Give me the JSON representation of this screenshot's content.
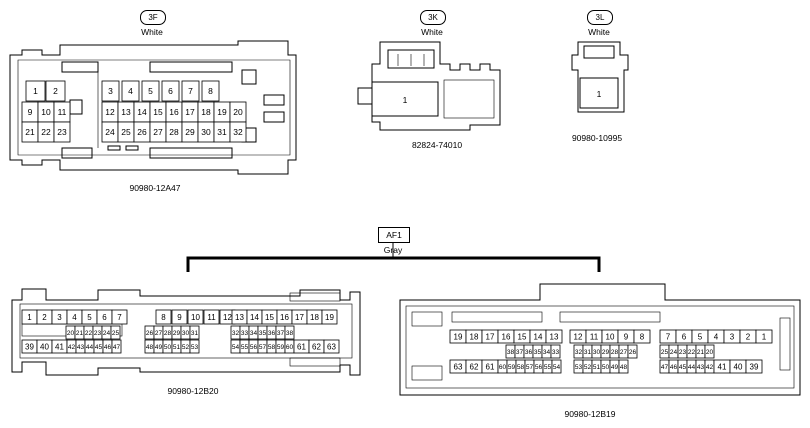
{
  "connectors": {
    "c3F": {
      "code": "3F",
      "color": "White",
      "part": "90980-12A47",
      "rows": [
        [
          "1",
          "2",
          "",
          "3",
          "4",
          "5",
          "6",
          "7",
          "8"
        ],
        [
          "9",
          "10",
          "11",
          "12",
          "13",
          "14",
          "15",
          "16",
          "17",
          "18",
          "19",
          "20"
        ],
        [
          "21",
          "22",
          "23",
          "24",
          "25",
          "26",
          "27",
          "28",
          "29",
          "30",
          "31",
          "32"
        ]
      ]
    },
    "c3K": {
      "code": "3K",
      "color": "White",
      "part": "82824-74010",
      "pin": "1"
    },
    "c3L": {
      "code": "3L",
      "color": "White",
      "part": "90980-10995",
      "pin": "1"
    },
    "cAF1": {
      "code": "AF1",
      "color": "Gray",
      "left": {
        "part": "90980-12B20",
        "row1": [
          "1",
          "2",
          "3",
          "4",
          "5",
          "6",
          "7",
          "8",
          "9",
          "10",
          "11",
          "12",
          "13",
          "14",
          "15",
          "16",
          "17",
          "18",
          "19"
        ],
        "row2": [
          "20",
          "21",
          "22",
          "23",
          "24",
          "25",
          "26",
          "27",
          "28",
          "29",
          "30",
          "31",
          "32",
          "33",
          "34",
          "35",
          "36",
          "37",
          "38"
        ],
        "row3": [
          "39",
          "40",
          "41",
          "42",
          "43",
          "44",
          "45",
          "46",
          "47",
          "48",
          "49",
          "50",
          "51",
          "52",
          "53",
          "54",
          "55",
          "56",
          "57",
          "58",
          "59",
          "60",
          "61",
          "62",
          "63"
        ]
      },
      "right": {
        "part": "90980-12B19",
        "row1": [
          "19",
          "18",
          "17",
          "16",
          "15",
          "14",
          "13",
          "12",
          "11",
          "10",
          "9",
          "8",
          "7",
          "6",
          "5",
          "4",
          "3",
          "2",
          "1"
        ],
        "row2": [
          "38",
          "37",
          "36",
          "35",
          "34",
          "33",
          "32",
          "31",
          "30",
          "29",
          "28",
          "27",
          "26",
          "25",
          "24",
          "23",
          "22",
          "21",
          "20"
        ],
        "row3": [
          "63",
          "62",
          "61",
          "60",
          "59",
          "58",
          "57",
          "56",
          "55",
          "54",
          "53",
          "52",
          "51",
          "50",
          "49",
          "48",
          "47",
          "46",
          "45",
          "44",
          "43",
          "42",
          "41",
          "40",
          "39"
        ]
      }
    }
  }
}
